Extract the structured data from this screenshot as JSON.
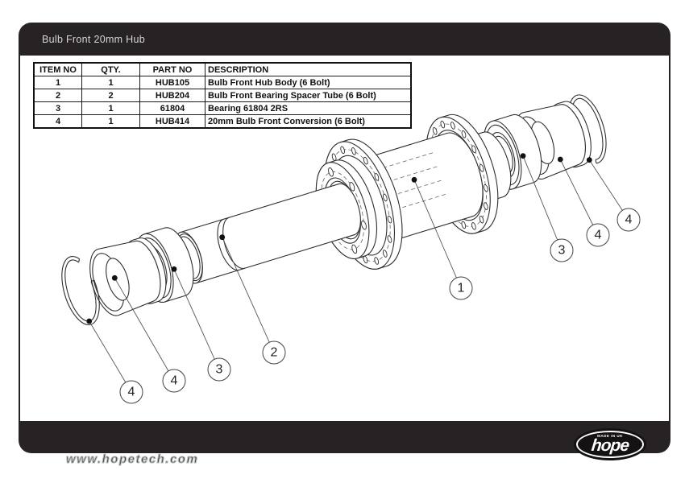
{
  "page": {
    "title": "Bulb Front 20mm Hub",
    "footer_url": "www.hopetech.com",
    "logo": {
      "brand": "hope",
      "tagline": "MADE IN UK"
    }
  },
  "table": {
    "headers": [
      "ITEM NO",
      "QTY.",
      "PART NO",
      "DESCRIPTION"
    ],
    "rows": [
      {
        "item": "1",
        "qty": "1",
        "part": "HUB105",
        "desc": "Bulb Front Hub Body (6 Bolt)"
      },
      {
        "item": "2",
        "qty": "2",
        "part": "HUB204",
        "desc": "Bulb Front Bearing Spacer Tube (6 Bolt)"
      },
      {
        "item": "3",
        "qty": "1",
        "part": "61804",
        "desc": "Bearing 61804 2RS"
      },
      {
        "item": "4",
        "qty": "1",
        "part": "HUB414",
        "desc": "20mm Bulb Front Conversion (6 Bolt)"
      }
    ]
  },
  "diagram": {
    "callouts": [
      {
        "label": "4"
      },
      {
        "label": "4"
      },
      {
        "label": "3"
      },
      {
        "label": "2"
      },
      {
        "label": "1"
      },
      {
        "label": "3"
      },
      {
        "label": "4"
      },
      {
        "label": "4"
      }
    ]
  },
  "colors": {
    "frame": "#272324",
    "line": "#2f2f2f"
  }
}
